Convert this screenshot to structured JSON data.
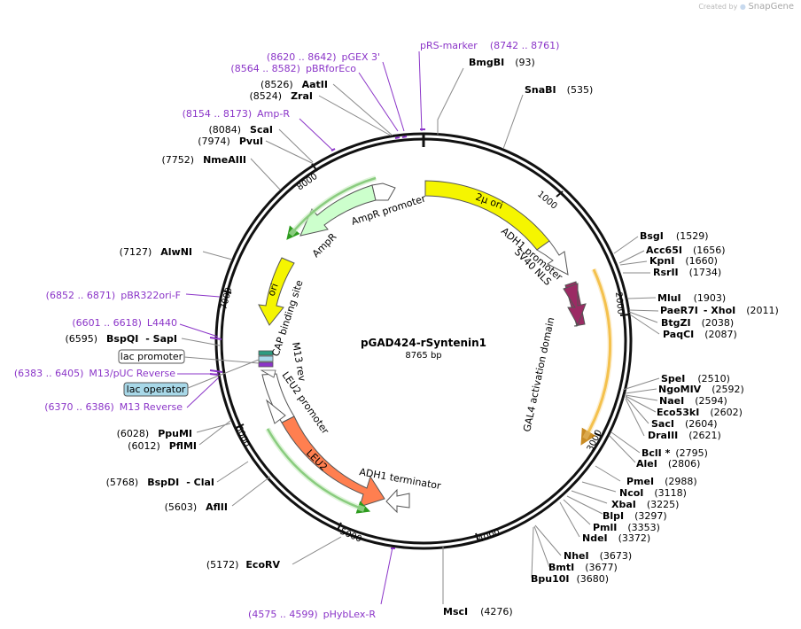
{
  "credit": {
    "prefix": "Created by",
    "brand": "SnapGene"
  },
  "plasmid": {
    "name": "pGAD424-rSyntenin1",
    "length": "8765 bp"
  },
  "colors": {
    "backbone": "#111111",
    "primer": "#8b35c8",
    "leader": "#8a8a8a",
    "ori": "#f5f500",
    "adh1": "#ffffff",
    "ampr": "#ccffcc",
    "leu2": "#ff7f50",
    "sv40": "#9b2b64",
    "gal4": "#f0a800",
    "green": "#2d9b1e",
    "lacop": "#a8d8e8"
  },
  "ticks": [
    {
      "label": "1000"
    },
    {
      "label": "2000"
    },
    {
      "label": "3000"
    },
    {
      "label": "4000"
    },
    {
      "label": "5000"
    },
    {
      "label": "6000"
    },
    {
      "label": "7000"
    },
    {
      "label": "8000"
    }
  ],
  "sites": [
    {
      "name": "BmgBI",
      "pos": "(93)"
    },
    {
      "name": "SnaBI",
      "pos": "(535)"
    },
    {
      "name": "BsgI",
      "pos": "(1529)"
    },
    {
      "name": "Acc65I",
      "pos": "(1656)"
    },
    {
      "name": "KpnI",
      "pos": "(1660)"
    },
    {
      "name": "RsrII",
      "pos": "(1734)"
    },
    {
      "name": "MluI",
      "pos": "(1903)"
    },
    {
      "name": "PaeR7I",
      "pos": "(2011)",
      "name2": "- XhoI"
    },
    {
      "name": "BtgZI",
      "pos": "(2038)"
    },
    {
      "name": "PaqCI",
      "pos": "(2087)"
    },
    {
      "name": "SpeI",
      "pos": "(2510)"
    },
    {
      "name": "NgoMIV",
      "pos": "(2592)"
    },
    {
      "name": "NaeI",
      "pos": "(2594)"
    },
    {
      "name": "Eco53kI",
      "pos": "(2602)"
    },
    {
      "name": "SacI",
      "pos": "(2604)"
    },
    {
      "name": "DraIII",
      "pos": "(2621)"
    },
    {
      "name": "BclI *",
      "pos": "(2795)"
    },
    {
      "name": "AleI",
      "pos": "(2806)"
    },
    {
      "name": "PmeI",
      "pos": "(2988)"
    },
    {
      "name": "NcoI",
      "pos": "(3118)"
    },
    {
      "name": "XbaI",
      "pos": "(3225)"
    },
    {
      "name": "BlpI",
      "pos": "(3297)"
    },
    {
      "name": "PmlI",
      "pos": "(3353)"
    },
    {
      "name": "NdeI",
      "pos": "(3372)"
    },
    {
      "name": "NheI",
      "pos": "(3673)"
    },
    {
      "name": "BmtI",
      "pos": "(3677)"
    },
    {
      "name": "Bpu10I",
      "pos": "(3680)"
    },
    {
      "name": "MscI",
      "pos": "(4276)"
    },
    {
      "name": "EcoRV",
      "pos": "(5172)"
    },
    {
      "name": "AflII",
      "pos": "(5603)"
    },
    {
      "name": "BspDI",
      "pos": "(5768)",
      "name2": "- ClaI"
    },
    {
      "name": "PpuMI",
      "pos": "(6028)"
    },
    {
      "name": "PflMI",
      "pos": "(6012)"
    },
    {
      "name": "BspQI",
      "pos": "(6595)",
      "name2": "- SapI"
    },
    {
      "name": "AlwNI",
      "pos": "(7127)"
    },
    {
      "name": "NmeAIII",
      "pos": "(7752)"
    },
    {
      "name": "PvuI",
      "pos": "(7974)"
    },
    {
      "name": "ScaI",
      "pos": "(8084)"
    },
    {
      "name": "ZraI",
      "pos": "(8524)"
    },
    {
      "name": "AatII",
      "pos": "(8526)"
    }
  ],
  "primers": [
    {
      "range": "(8742 .. 8761)",
      "name": "pRS-marker"
    },
    {
      "range": "(8620 .. 8642)",
      "name": "pGEX 3'"
    },
    {
      "range": "(8564 .. 8582)",
      "name": "pBRforEco"
    },
    {
      "range": "(8154 .. 8173)",
      "name": "Amp-R"
    },
    {
      "range": "(6852 .. 6871)",
      "name": "pBR322ori-F"
    },
    {
      "range": "(6601 .. 6618)",
      "name": "L4440"
    },
    {
      "range": "(6383 .. 6405)",
      "name": "M13/pUC Reverse"
    },
    {
      "range": "(6370 .. 6386)",
      "name": "M13 Reverse"
    },
    {
      "range": "(4575 .. 4599)",
      "name": "pHybLex-R"
    }
  ],
  "boxed": [
    {
      "label": "lac promoter"
    },
    {
      "label": "lac operator"
    }
  ],
  "features": [
    {
      "label": "2µ ori"
    },
    {
      "label": "ADH1 promoter"
    },
    {
      "label": "SV40 NLS"
    },
    {
      "label": "GAL4 activation domain"
    },
    {
      "label": "ADH1 terminator"
    },
    {
      "label": "LEU2"
    },
    {
      "label": "LEU2 promoter"
    },
    {
      "label": "M13 rev"
    },
    {
      "label": "CAP binding site"
    },
    {
      "label": "ori"
    },
    {
      "label": "AmpR"
    },
    {
      "label": "AmpR promoter"
    }
  ]
}
